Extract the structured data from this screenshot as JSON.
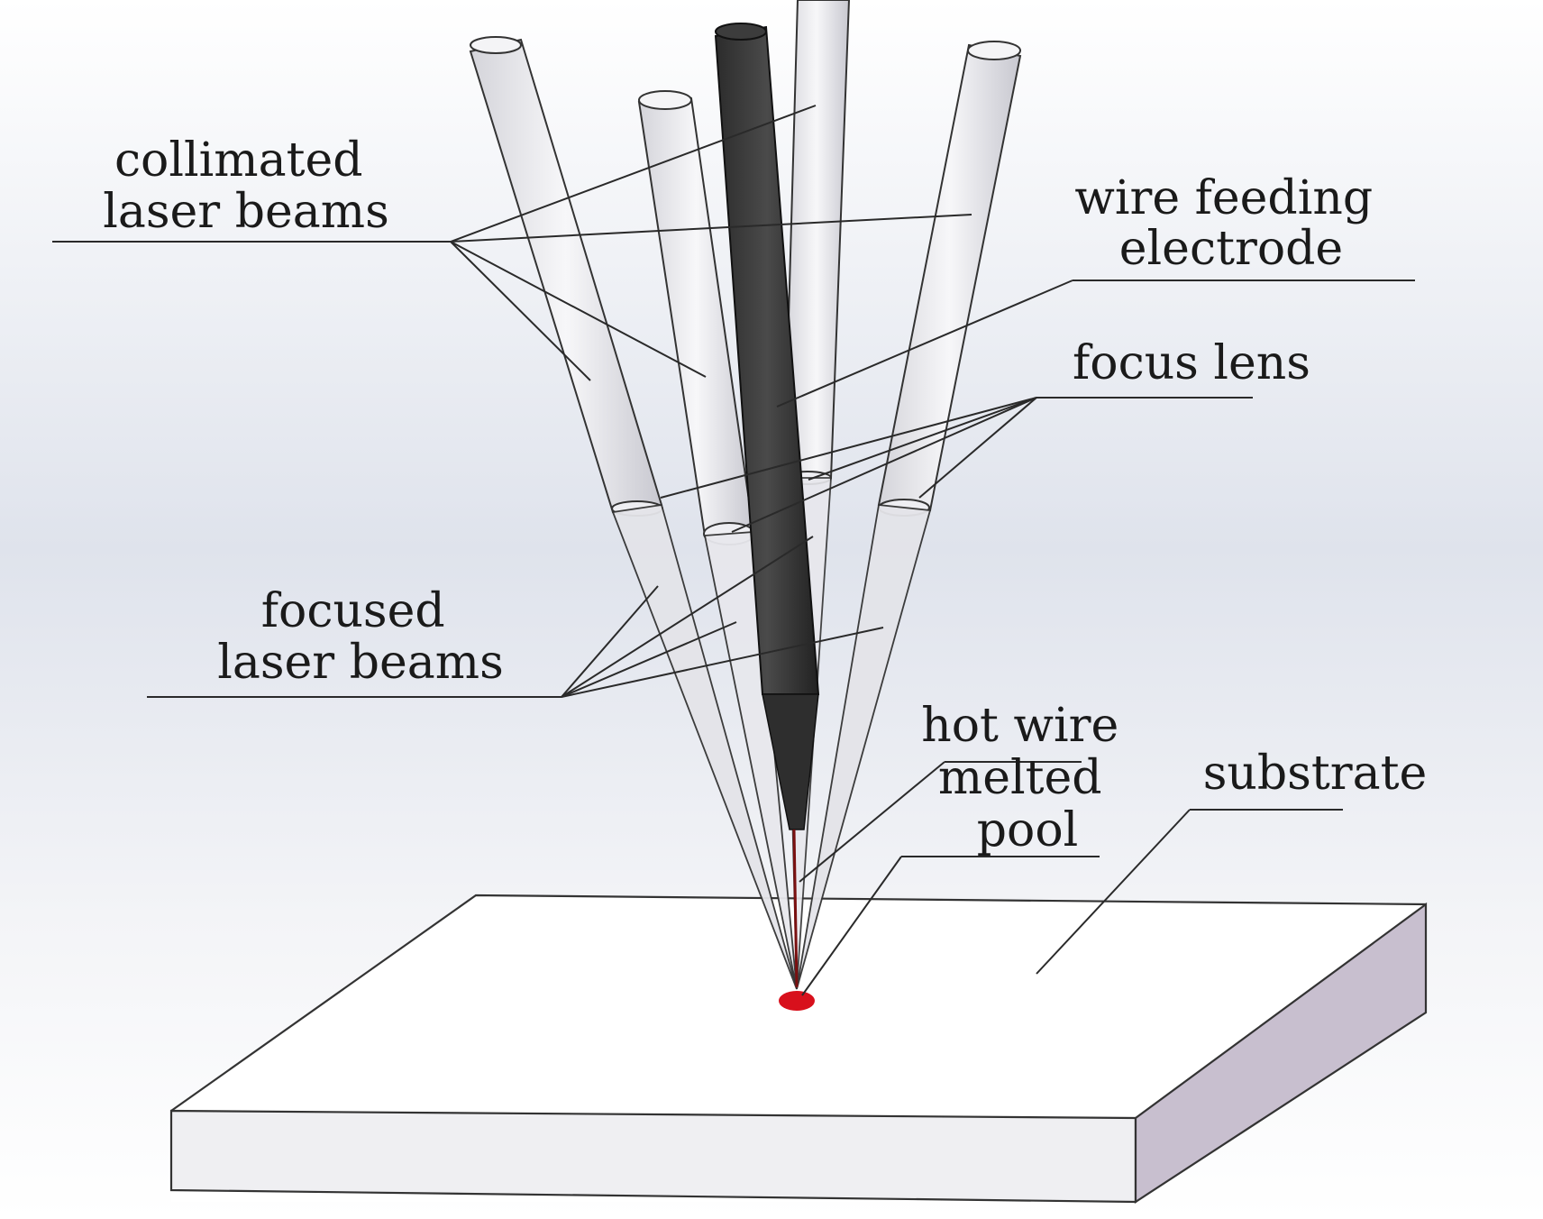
{
  "labels": {
    "collimated": [
      "collimated",
      "laser beams"
    ],
    "wire": [
      "wire feeding",
      "electrode"
    ],
    "focus_lens": "focus lens",
    "focused": [
      "focused",
      "laser beams"
    ],
    "hot_wire": [
      "hot wire",
      "melted",
      "pool"
    ],
    "substrate": "substrate"
  },
  "colors": {
    "background_top": "#ffffff",
    "background_mid": "#dfe3ec",
    "background_bottom": "#ffffff",
    "beam": "#e6e6ea",
    "electrode": "#3a3a3a",
    "substrate_top": "#ffffff",
    "substrate_front": "#efeff2",
    "substrate_side": "#c8bfcf",
    "melt_pool": "#d8101c",
    "leader_line": "#2a2a2a"
  }
}
